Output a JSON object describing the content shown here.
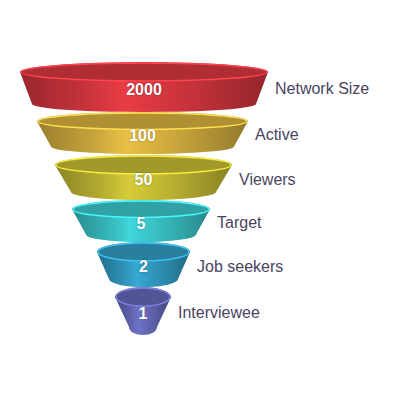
{
  "diagram": {
    "nodes": [
      {
        "text": [
          "2000",
          "Network Size"
        ]
      },
      {
        "text": [
          "100",
          "Active"
        ]
      },
      {
        "text": [
          "50",
          "Viewers"
        ]
      },
      {
        "text": [
          "5",
          "Target"
        ]
      },
      {
        "text": [
          "2",
          "Job seekers"
        ]
      },
      {
        "text": [
          "1",
          "Interviewee"
        ]
      }
    ]
  }
}
